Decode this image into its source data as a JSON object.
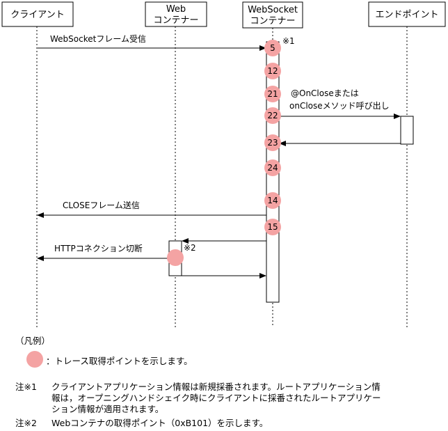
{
  "participants": {
    "client": "クライアント",
    "web_container_l1": "Web",
    "web_container_l2": "コンテナー",
    "ws_container_l1": "WebSocket",
    "ws_container_l2": "コンテナー",
    "endpoint": "エンドポイント"
  },
  "messages": {
    "frame_received": "WebSocketフレーム受信",
    "onclose_l1": "@OnCloseまたは",
    "onclose_l2": "onCloseメソッド呼び出し",
    "close_frame_sent": "CLOSEフレーム送信",
    "http_disconnect": "HTTPコネクション切断"
  },
  "trace_points": [
    "5",
    "12",
    "21",
    "22",
    "23",
    "24",
    "14",
    "15"
  ],
  "marks": {
    "note1": "※1",
    "note2": "※2"
  },
  "legend": {
    "heading": "（凡例）",
    "trace_point_desc": "：トレース取得ポイントを示します。"
  },
  "notes": {
    "note1_label": "注※1",
    "note1_line1": "クライアントアプリケーション情報は新規採番されます。ルートアプリケーション情",
    "note1_line2": "報は，オープニングハンドシェイク時にクライアントに採番されたルートアプリケー",
    "note1_line3": "ション情報が適用されます。",
    "note2_label": "注※2",
    "note2_line1": "Webコンテナの取得ポイント（0xB101）を示します。"
  },
  "colors": {
    "trace_point": "#f4a3a3",
    "line": "#000000",
    "background": "#ffffff"
  }
}
